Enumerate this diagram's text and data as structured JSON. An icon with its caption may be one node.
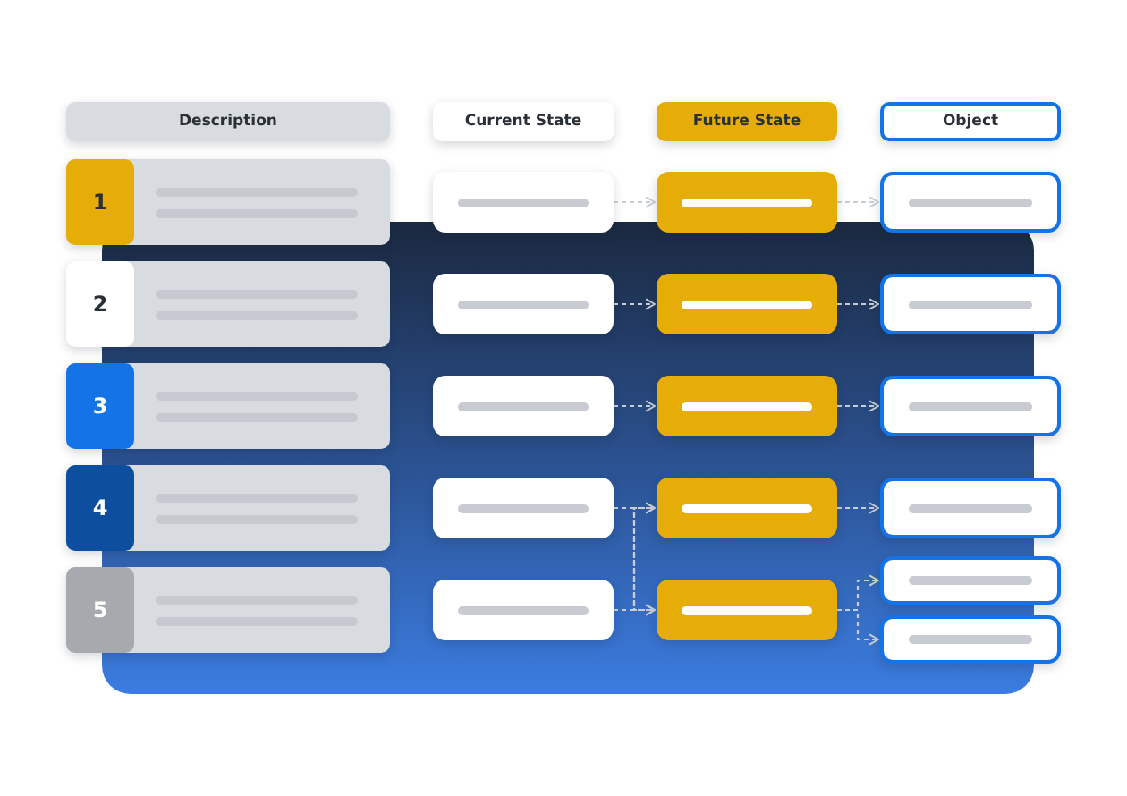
{
  "diagram": {
    "nodes": [
      {
        "text": [
          "Description"
        ]
      },
      {
        "text": [
          "Current State"
        ]
      },
      {
        "text": [
          "Future State"
        ]
      },
      {
        "text": [
          "Object"
        ]
      },
      {
        "text": [],
        "shape": "box"
      },
      {
        "text": [
          "1"
        ],
        "in": 4
      },
      {
        "text": [],
        "shape": "box"
      },
      {
        "text": [],
        "shape": "box"
      },
      {
        "text": [],
        "shape": "box"
      },
      {
        "text": [],
        "shape": "box"
      },
      {
        "text": [
          "2"
        ],
        "in": 9
      },
      {
        "text": [],
        "shape": "box"
      },
      {
        "text": [],
        "shape": "box"
      },
      {
        "text": [],
        "shape": "box"
      },
      {
        "text": [],
        "shape": "box"
      },
      {
        "text": [
          "3"
        ],
        "in": 14
      },
      {
        "text": [],
        "shape": "box"
      },
      {
        "text": [],
        "shape": "box"
      },
      {
        "text": [],
        "shape": "box"
      },
      {
        "text": [],
        "shape": "box"
      },
      {
        "text": [
          "4"
        ],
        "in": 19
      },
      {
        "text": [],
        "shape": "box"
      },
      {
        "text": [],
        "shape": "box"
      },
      {
        "text": [],
        "shape": "box"
      },
      {
        "text": [],
        "shape": "box"
      },
      {
        "text": [
          "5"
        ],
        "in": 24
      },
      {
        "text": [],
        "shape": "box"
      },
      {
        "text": [],
        "shape": "box"
      },
      {
        "text": [],
        "shape": "box"
      },
      {
        "text": [],
        "shape": "box"
      }
    ],
    "edges": [
      {
        "from": 6,
        "to": 7,
        "arrow": "to",
        "style": "dashed"
      },
      {
        "from": 7,
        "to": 8,
        "arrow": "to",
        "style": "dashed"
      },
      {
        "from": 11,
        "to": 12,
        "arrow": "to",
        "style": "dashed"
      },
      {
        "from": 12,
        "to": 13,
        "arrow": "to",
        "style": "dashed"
      },
      {
        "from": 16,
        "to": 17,
        "arrow": "to",
        "style": "dashed"
      },
      {
        "from": 17,
        "to": 18,
        "arrow": "to",
        "style": "dashed"
      },
      {
        "from": 21,
        "to": 22,
        "arrow": "to",
        "style": "dashed"
      },
      {
        "from": 21,
        "to": 27,
        "arrow": "to",
        "style": "dashed"
      },
      {
        "from": 22,
        "to": 23,
        "arrow": "to",
        "style": "dashed"
      },
      {
        "from": 26,
        "to": 22,
        "arrow": "to",
        "style": "dashed"
      },
      {
        "from": 26,
        "to": 27,
        "arrow": "to",
        "style": "dashed"
      },
      {
        "from": 27,
        "to": 28,
        "arrow": "to",
        "style": "dashed"
      },
      {
        "from": 27,
        "to": 29,
        "arrow": "to",
        "style": "dashed"
      }
    ]
  }
}
